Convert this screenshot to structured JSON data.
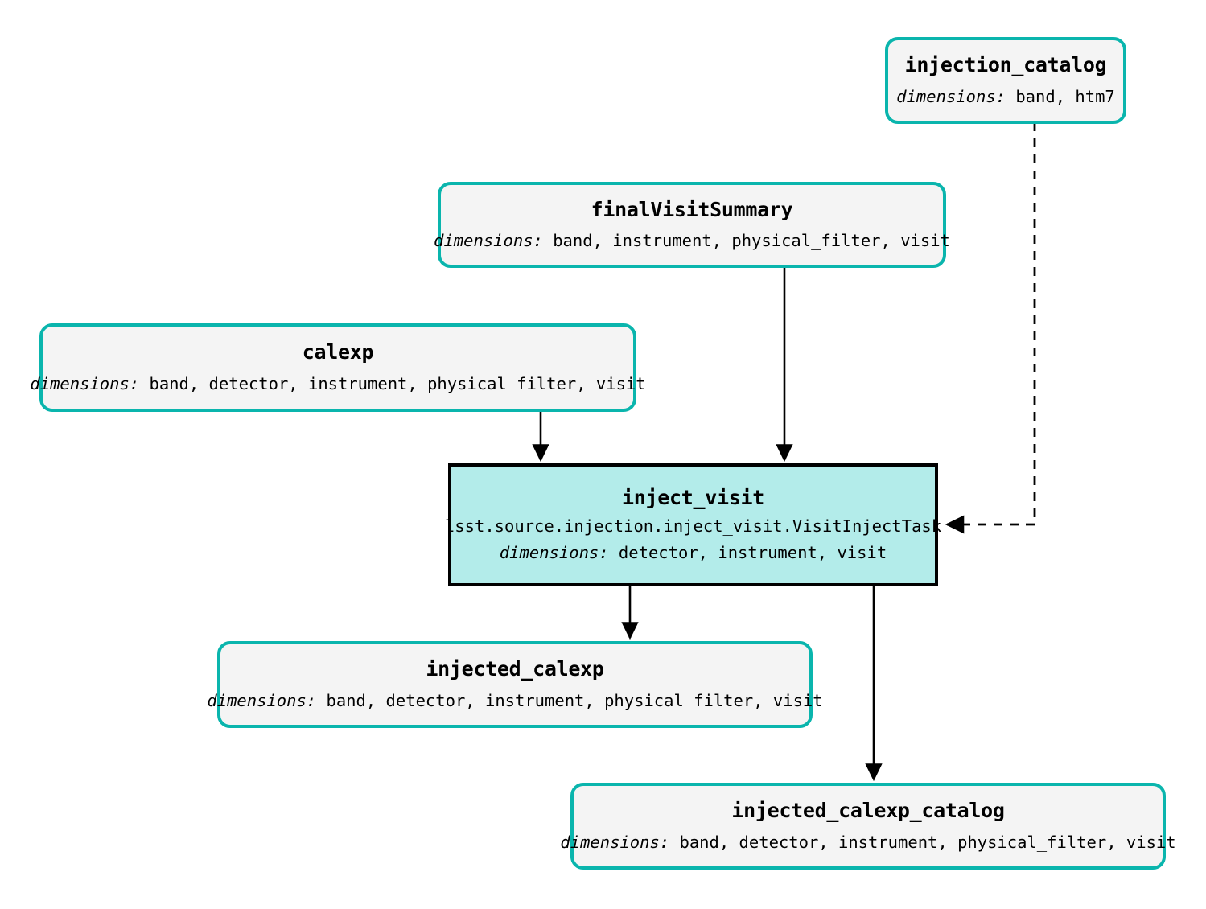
{
  "diagram": {
    "type": "pipeline-graph",
    "title_text": "",
    "colors": {
      "dataset_border": "#0ab5ad",
      "dataset_fill": "#f4f4f4",
      "task_border": "#000000",
      "task_fill": "#b3ecea",
      "edge": "#000000",
      "background": "#ffffff"
    },
    "dimensions_label": "dimensions:",
    "nodes": [
      {
        "id": "injection_catalog",
        "kind": "dataset",
        "title": "injection_catalog",
        "dimensions": " band, htm7"
      },
      {
        "id": "finalVisitSummary",
        "kind": "dataset",
        "title": "finalVisitSummary",
        "dimensions": " band, instrument, physical_filter, visit"
      },
      {
        "id": "calexp",
        "kind": "dataset",
        "title": "calexp",
        "dimensions": " band, detector, instrument, physical_filter, visit"
      },
      {
        "id": "inject_visit",
        "kind": "task",
        "title": "inject_visit",
        "class_path": "lsst.source.injection.inject_visit.VisitInjectTask",
        "dimensions": " detector, instrument, visit"
      },
      {
        "id": "injected_calexp",
        "kind": "dataset",
        "title": "injected_calexp",
        "dimensions": " band, detector, instrument, physical_filter, visit"
      },
      {
        "id": "injected_calexp_catalog",
        "kind": "dataset",
        "title": "injected_calexp_catalog",
        "dimensions": " band, detector, instrument, physical_filter, visit"
      }
    ],
    "edges": [
      {
        "from": "calexp",
        "to": "inject_visit",
        "style": "solid"
      },
      {
        "from": "finalVisitSummary",
        "to": "inject_visit",
        "style": "solid"
      },
      {
        "from": "injection_catalog",
        "to": "inject_visit",
        "style": "dashed"
      },
      {
        "from": "inject_visit",
        "to": "injected_calexp",
        "style": "solid"
      },
      {
        "from": "inject_visit",
        "to": "injected_calexp_catalog",
        "style": "solid"
      }
    ]
  }
}
